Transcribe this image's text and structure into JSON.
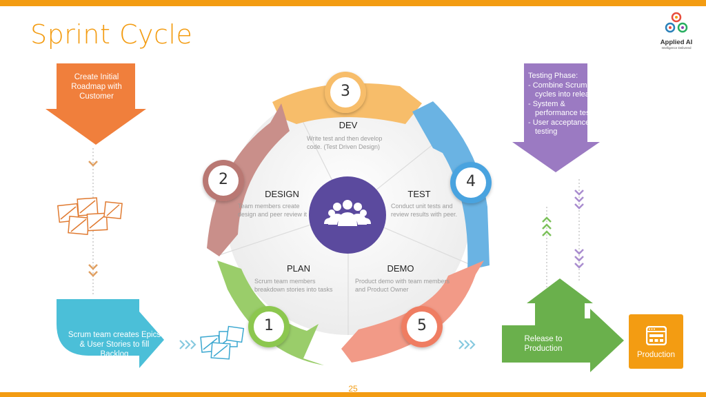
{
  "slide": {
    "title": "Sprint Cycle",
    "page_number": "25"
  },
  "logo": {
    "name": "Applied AI",
    "tagline": "Intelligence Delivered"
  },
  "left_arrow": {
    "text": "Create Initial Roadmap with Customer",
    "color": "#f07f3c"
  },
  "backlog_arrow": {
    "text": "Scrum team creates Epics & User Stories to fill Backlog",
    "color": "#4bbfd8"
  },
  "testing_arrow": {
    "heading": "Testing Phase:",
    "items": [
      "- Combine Scrum cycles into release",
      "- System & performance testing",
      "- User acceptance testing"
    ],
    "color": "#9b7ac2"
  },
  "release_arrow": {
    "text": "Release to Production",
    "color": "#6ab04c"
  },
  "production_box": {
    "label": "Production",
    "icon": "browser-window-icon",
    "color": "#f39c12"
  },
  "cycle": {
    "center_icon": "team-icon",
    "center_color": "#5b4a9e",
    "segments": [
      {
        "number": "3",
        "title": "DEV",
        "desc": "Write test and then develop code. (Test Driven Design)",
        "color": "#f7bd6a"
      },
      {
        "number": "4",
        "title": "TEST",
        "desc": "Conduct unit tests and review results with peer.",
        "color": "#6ab3e3"
      },
      {
        "number": "5",
        "title": "DEMO",
        "desc": "Product demo with team members and Product Owner",
        "color": "#f29a87"
      },
      {
        "number": "1",
        "title": "PLAN",
        "desc": "Scrum team members breakdown stories into tasks",
        "color": "#9acd6a"
      },
      {
        "number": "2",
        "title": "DESIGN",
        "desc": "Team members create design and peer review it",
        "color": "#c98f8a"
      }
    ]
  }
}
